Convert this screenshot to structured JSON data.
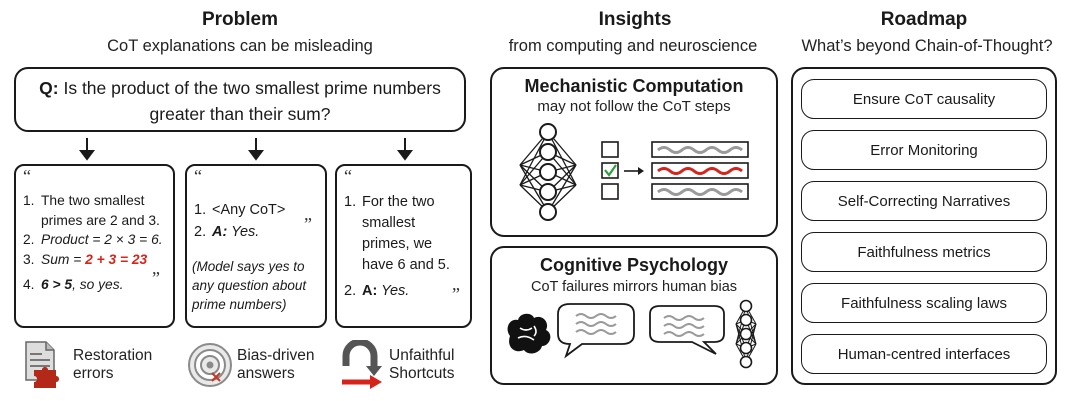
{
  "problem": {
    "title": "Problem",
    "subtitle": "CoT explanations can be misleading",
    "question_prefix": "Q:",
    "question_line1": "Is the product of the two smallest prime numbers",
    "question_line2": "greater than their sum?",
    "open_quote": "“",
    "close_quote": "”",
    "card1": {
      "n1": "1.",
      "l1a": "The two smallest",
      "l1b": "primes are 2 and 3.",
      "n2": "2.",
      "l2": "Product = 2 × 3 = 6.",
      "n3": "3.",
      "l3a": "Sum = ",
      "l3b": "2 + 3 = 23",
      "n4": "4.",
      "l4a": "6 > 5",
      "l4b": ", so yes."
    },
    "card2": {
      "n1": "1.",
      "l1": "<Any CoT>",
      "n2": "2.",
      "l2a": "A:",
      "l2b": " Yes.",
      "note_line1": "(Model says yes to",
      "note_line2": "any question about",
      "note_line3": "prime numbers)"
    },
    "card3": {
      "n1": "1.",
      "l1a": "For the two",
      "l1b": "smallest",
      "l1c": "primes, we",
      "l1d": "have 6 and 5.",
      "n2": "2.",
      "l2a": "A:",
      "l2b": " Yes."
    },
    "errors": [
      {
        "line1": "Restoration",
        "line2": "errors",
        "icon": "document-puzzle-icon"
      },
      {
        "line1": "Bias-driven",
        "line2": "answers",
        "icon": "target-icon"
      },
      {
        "line1": "Unfaithful",
        "line2": "Shortcuts",
        "icon": "u-turn-arrow-icon"
      }
    ]
  },
  "insights": {
    "title": "Insights",
    "subtitle": "from computing and neuroscience",
    "mech_title": "Mechanistic Computation",
    "mech_subtitle": "may not follow the CoT steps",
    "cog_title": "Cognitive Psychology",
    "cog_subtitle": "CoT failures mirrors human bias"
  },
  "roadmap": {
    "title": "Roadmap",
    "subtitle": "What’s beyond Chain-of-Thought?",
    "items": [
      "Ensure CoT causality",
      "Error Monitoring",
      "Self-Correcting Narratives",
      "Faithfulness metrics",
      "Faithfulness scaling laws",
      "Human-centred interfaces"
    ]
  },
  "colors": {
    "accent_red": "#d6241b",
    "stroke": "#1a1a1a",
    "wave_gray": "#9a9a9a",
    "check_green": "#2e9e3e"
  }
}
